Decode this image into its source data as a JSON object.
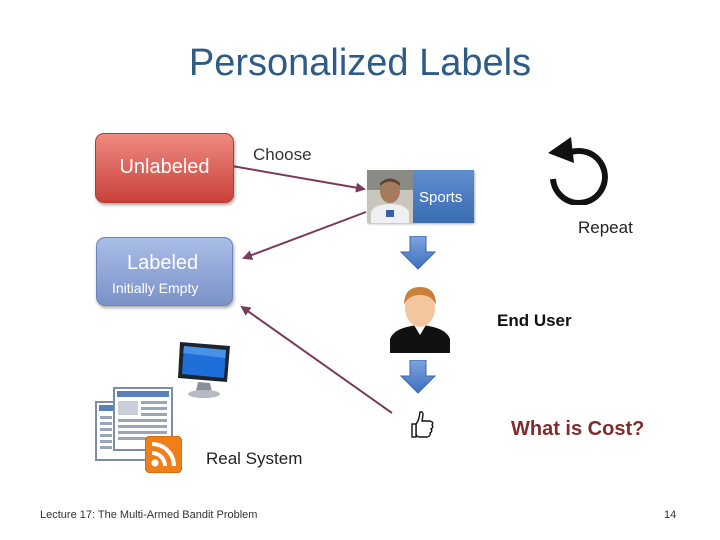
{
  "slide": {
    "title": "Personalized Labels",
    "boxes": {
      "unlabeled": "Unlabeled",
      "labeled": "Labeled",
      "labeled_sub": "Initially Empty"
    },
    "labels": {
      "choose": "Choose",
      "sports": "Sports",
      "repeat": "Repeat",
      "end_user": "End User",
      "cost": "What is Cost?",
      "real_system": "Real System"
    },
    "icons": [
      "repeat-icon",
      "down-arrow-icon",
      "user-icon",
      "thumbs-up-icon",
      "monitor-icon",
      "newspaper-icon",
      "rss-icon"
    ],
    "footer": "Lecture 17: The Multi-Armed Bandit Problem",
    "page_number": "14"
  }
}
